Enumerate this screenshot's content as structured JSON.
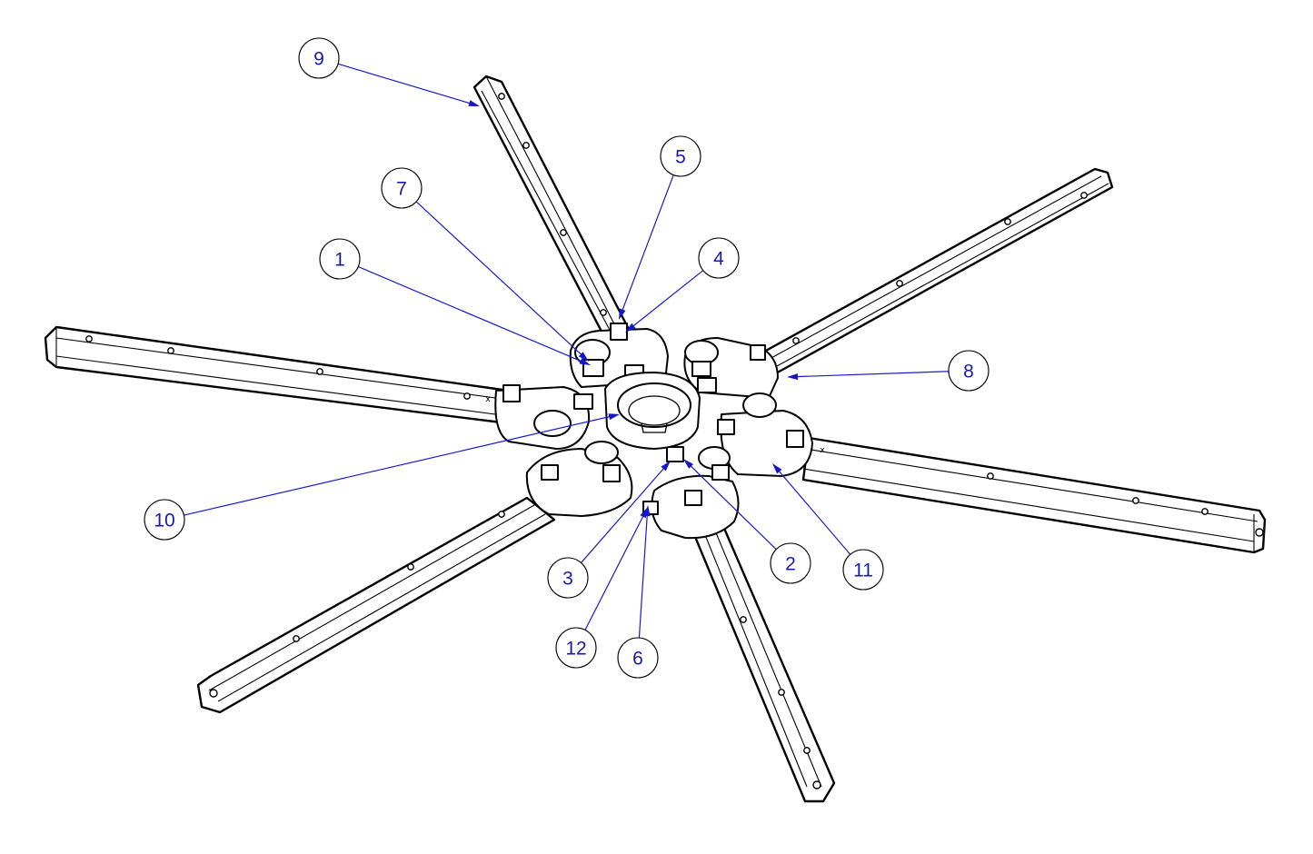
{
  "drawing": {
    "description_free": true,
    "callouts": [
      {
        "label": "1"
      },
      {
        "label": "2"
      },
      {
        "label": "3"
      },
      {
        "label": "4"
      },
      {
        "label": "5"
      },
      {
        "label": "6"
      },
      {
        "label": "7"
      },
      {
        "label": "8"
      },
      {
        "label": "9"
      },
      {
        "label": "10"
      },
      {
        "label": "11"
      },
      {
        "label": "12"
      }
    ],
    "arm_marker": "x",
    "colors": {
      "leader": "#1a1acc",
      "balloon_text": "#1a1aaa",
      "line": "#000000",
      "background": "#ffffff"
    }
  }
}
